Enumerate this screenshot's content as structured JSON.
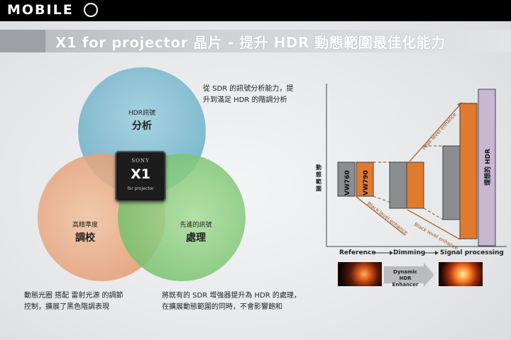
{
  "header": {
    "brand": "MOBILE"
  },
  "title": "X1 for projector 晶片  -  提升 HDR 動態範圍最佳化能力",
  "venn": {
    "top": {
      "small": "HDR訊號",
      "big": "分析",
      "color": "#6fb0c8"
    },
    "left": {
      "small": "高精準度",
      "big": "調校",
      "color": "#e8a27a"
    },
    "right": {
      "small": "先進的訊號",
      "big": "處理",
      "color": "#7cc676"
    }
  },
  "chip": {
    "brand": "SONY",
    "logo": "X1",
    "sub": "for projector"
  },
  "notes": {
    "top_right_line1": "從 SDR 的訊號分析能力，提",
    "top_right_line2": "升到滿足 HDR 的階調分析",
    "bottom_left_line1": "動態光圈 搭配 雷射光源 的調節",
    "bottom_left_line2": "控制，擴展了黑色階調表現",
    "bottom_right_line1": "將既有的 SDR 增強器提升為 HDR 的處理，",
    "bottom_right_line2": "在擴展動態範圍的同時，不會影響飽和"
  },
  "diagram": {
    "y_axis_label": "動態範圍",
    "bars": [
      "VW760",
      "VW790",
      "理想的 HDR"
    ],
    "annotations": [
      "Peak level enhance",
      "Black level enhance",
      "Black level enhance"
    ],
    "x_labels": [
      "Reference",
      "Dimming",
      "Signal processing"
    ],
    "enhancer_label_line1": "Dynamic HDR",
    "enhancer_label_line2": "Enhancer",
    "colors": {
      "orange": "#e07a2c",
      "gray": "#8c8d90",
      "purple": "#c8b6d4"
    }
  }
}
